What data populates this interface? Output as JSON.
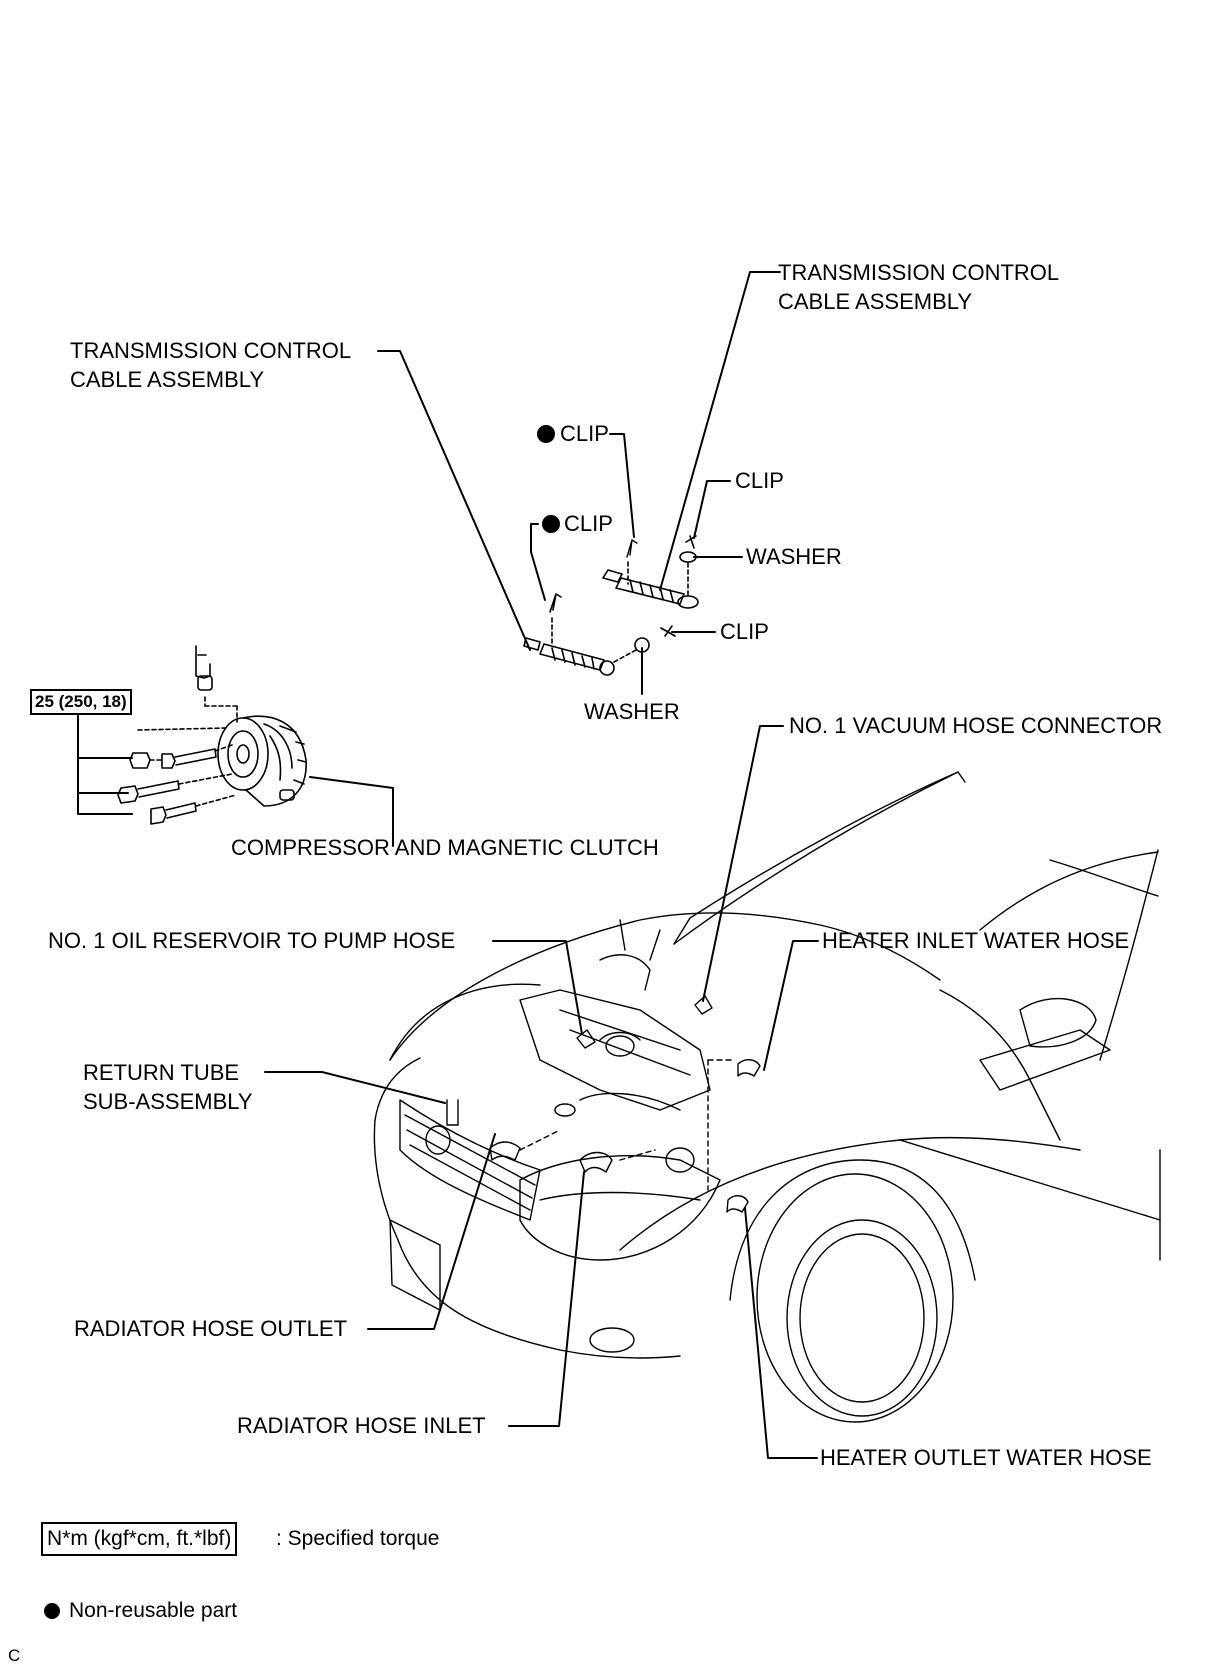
{
  "labels": {
    "tcca_right_1": "TRANSMISSION CONTROL",
    "tcca_right_2": "CABLE ASSEMBLY",
    "tcca_left_1": "TRANSMISSION CONTROL",
    "tcca_left_2": "CABLE ASSEMBLY",
    "clip_top": "CLIP",
    "clip_mid": "CLIP",
    "clip_right_top": "CLIP",
    "washer_right": "WASHER",
    "clip_right_bottom": "CLIP",
    "washer_bottom": "WASHER",
    "vacuum_hose": "NO. 1 VACUUM HOSE CONNECTOR",
    "compressor": "COMPRESSOR AND MAGNETIC CLUTCH",
    "oil_reservoir_hose": "NO. 1 OIL RESERVOIR TO PUMP HOSE",
    "heater_inlet": "HEATER INLET WATER HOSE",
    "return_tube_1": "RETURN TUBE",
    "return_tube_2": "SUB-ASSEMBLY",
    "radiator_outlet": "RADIATOR HOSE OUTLET",
    "radiator_inlet": "RADIATOR HOSE INLET",
    "heater_outlet": "HEATER OUTLET WATER HOSE"
  },
  "torque": "25 (250, 18)",
  "legend": {
    "torque_box": "N*m (kgf*cm, ft.*lbf)",
    "torque_desc": ": Specified torque",
    "nonreusable_desc": "Non-reusable part"
  },
  "corner_mark": "C"
}
